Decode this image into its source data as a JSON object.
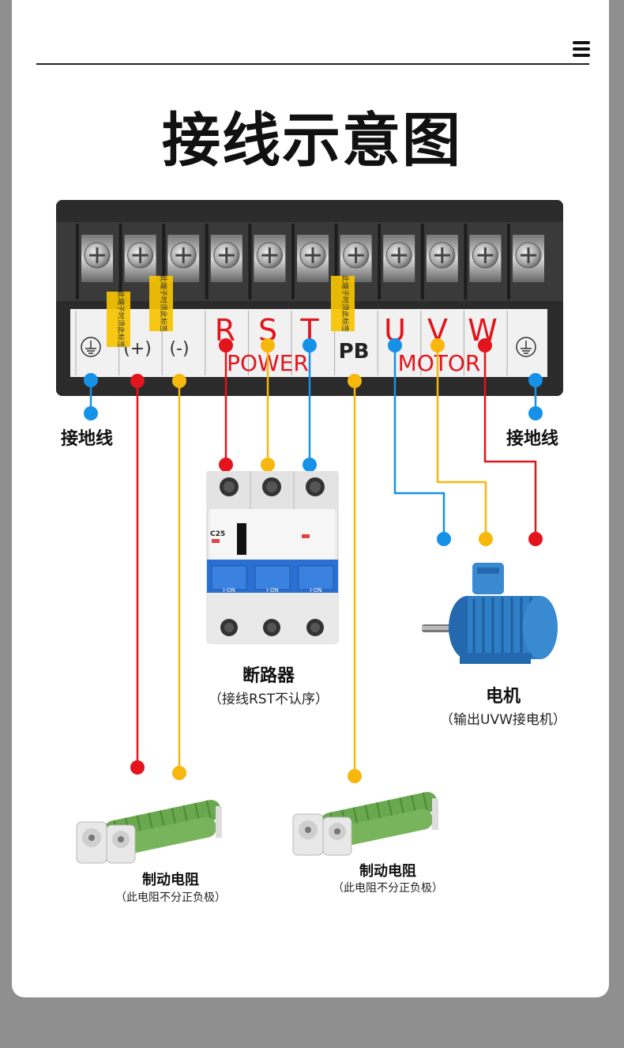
{
  "page": {
    "title": "接线示意图"
  },
  "colors": {
    "red": "#e3141b",
    "yellow": "#f7b70c",
    "blue": "#1591e8",
    "motor": "#2f7fc6",
    "resistor": "#6aa84f",
    "breaker_blue": "#2a6fd1"
  },
  "terminal_block": {
    "labels": [
      "R",
      "S",
      "T",
      "U",
      "V",
      "W"
    ],
    "pb_label": "PB",
    "plus_label": "(+)",
    "minus_label": "(-)",
    "group_power": "POWER",
    "group_motor": "MOTOR",
    "tag_text": "此端子时须此标签"
  },
  "ground_left": {
    "label": "接地线"
  },
  "ground_right": {
    "label": "接地线"
  },
  "breaker": {
    "label": "断路器",
    "sublabel": "（接线RST不认序）",
    "rating": "C25",
    "switch_text": "I-ON"
  },
  "motor": {
    "label": "电机",
    "sublabel": "（输出UVW接电机）"
  },
  "resistor_left": {
    "label": "制动电阻",
    "sublabel": "（此电阻不分正负极）"
  },
  "resistor_right": {
    "label": "制动电阻",
    "sublabel": "（此电阻不分正负极）"
  },
  "icons": {
    "menu": "hamburger-menu-icon",
    "ground": "ground-symbol-icon"
  }
}
